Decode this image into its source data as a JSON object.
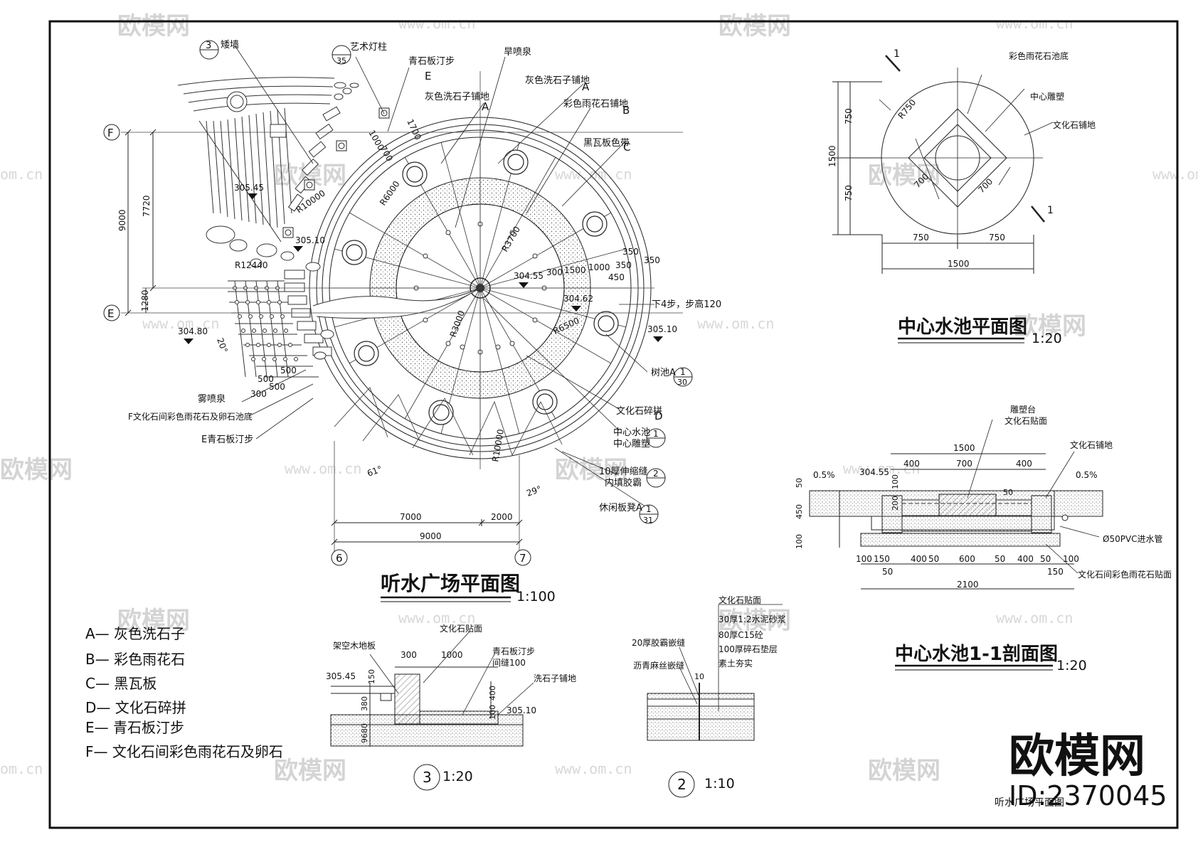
{
  "watermark": {
    "brand": "欧模网",
    "url": "www.om.cn",
    "edge": "om.cn",
    "edge2": "欧模网"
  },
  "brand": {
    "logo": "欧模网",
    "id": "ID:2370045"
  },
  "plaza": {
    "title": "听水广场平面图",
    "scale": "1:100",
    "labels": {
      "jingqiang": "矮墙",
      "yishudengzhu": "艺术灯柱",
      "qingshiban": "青石板汀步",
      "hanpenquan": "旱喷泉",
      "huise_a": "灰色洗石子铺地",
      "huise_b": "灰色洗石子铺地",
      "caise": "彩色雨花石铺地",
      "heiwa": "黑瓦板色带",
      "wenhua_d": "文化石碎拼",
      "zhongxin": "中心水池",
      "zhongxin2": "中心雕塑",
      "shuchi": "树池A",
      "shuangchen": "10厚伸缩缝",
      "shuangchen2": "内填胶霸",
      "xiuxian": "休闲板凳A",
      "xiabu": "下4步，步高120",
      "wupenquan": "雾喷泉",
      "f_label": "F文化石间彩色雨花石及卵石池底",
      "e_label": "E青石板汀步"
    },
    "letters": {
      "A": "A",
      "B": "B",
      "C": "C",
      "D": "D",
      "E": "E",
      "F": "F"
    },
    "elev": [
      "305.45",
      "305.10",
      "304.55",
      "304.62",
      "304.80",
      "305.10"
    ],
    "radii": [
      "R6000",
      "R10000",
      "R3700",
      "R3000",
      "R6500",
      "R12440",
      "R10000"
    ],
    "dims": {
      "d9000v": "9000",
      "d7720": "7720",
      "d1280": "1280",
      "d7000": "7000",
      "d2000": "2000",
      "d9000h": "9000",
      "d300": "300",
      "d1500": "1500",
      "d1000": "1000",
      "d350a": "350",
      "d350b": "350",
      "d350c": "350",
      "d450": "450",
      "d1700": "1700",
      "d1000b": "1000",
      "d700": "700",
      "d500a": "500",
      "d500b": "500",
      "d300b": "300",
      "d500c": "500",
      "a20": "20°",
      "a61": "61°",
      "a29": "29°"
    },
    "grid": {
      "F": "F",
      "E": "E",
      "g6": "6",
      "g7": "7"
    },
    "refs": {
      "r3": "3",
      "r35": "35",
      "r1": "1",
      "r30": "30",
      "r1b": "1",
      "r2": "2",
      "r1c": "1",
      "r31": "31",
      "dash": "—"
    }
  },
  "pool_plan": {
    "title": "中心水池平面图",
    "scale": "1:20",
    "labels": {
      "bottom": "彩色雨花石池底",
      "sculpture": "中心雕塑",
      "paving": "文化石铺地"
    },
    "dims": {
      "r750": "R750",
      "v750a": "750",
      "v750b": "750",
      "v1500": "1500",
      "h750a": "750",
      "h750b": "750",
      "h1500": "1500",
      "d700a": "700",
      "d700b": "700"
    },
    "sec": "1"
  },
  "pool_section": {
    "title": "中心水池1-1剖面图",
    "scale": "1:20",
    "labels": {
      "platform": "雕塑台",
      "facing": "文化石贴面",
      "paving": "文化石铺地",
      "pipe": "Ø50PVC进水管",
      "bottom": "文化石间彩色雨花石贴面"
    },
    "dims": [
      "1500",
      "400",
      "700",
      "400",
      "2100",
      "100",
      "150",
      "400",
      "50",
      "600",
      "50",
      "400",
      "50",
      "100",
      "150",
      "50"
    ],
    "misc": {
      "s1": "0.5%",
      "s2": "0.5%",
      "elev": "304.55",
      "v50": "50",
      "v200": "200",
      "v100": "100",
      "v450": "450",
      "v100b": "100",
      "v50b": "50"
    }
  },
  "legend": [
    "A— 灰色洗石子",
    "B— 彩色雨花石",
    "C— 黑瓦板",
    "D— 文化石碎拼",
    "E— 青石板汀步",
    "F— 文化石间彩色雨花石及卵石"
  ],
  "detail3": {
    "num": "3",
    "scale": "1:20",
    "labels": {
      "deck": "架空木地板",
      "facing": "文化石贴面",
      "step": "青石板汀步",
      "gap": "间缝100",
      "wash": "洗石子铺地"
    },
    "dims": {
      "d300": "300",
      "d1000": "1000",
      "v150": "150",
      "v380": "380",
      "v9680": "9680",
      "v400": "400",
      "v100": "100",
      "e1": "305.45",
      "e2": "305.10"
    }
  },
  "detail2": {
    "num": "2",
    "scale": "1:10",
    "labels": {
      "seam": "20厚胶霸嵌缝",
      "asphalt": "沥青麻丝嵌缝",
      "l1": "文化石贴面",
      "l2": "30厚1:2水泥砂浆",
      "l3": "80厚C15砼",
      "l4": "100厚碎石垫层",
      "l5": "素土夯实"
    },
    "dim": "10"
  },
  "footer": "听水广场平面图"
}
